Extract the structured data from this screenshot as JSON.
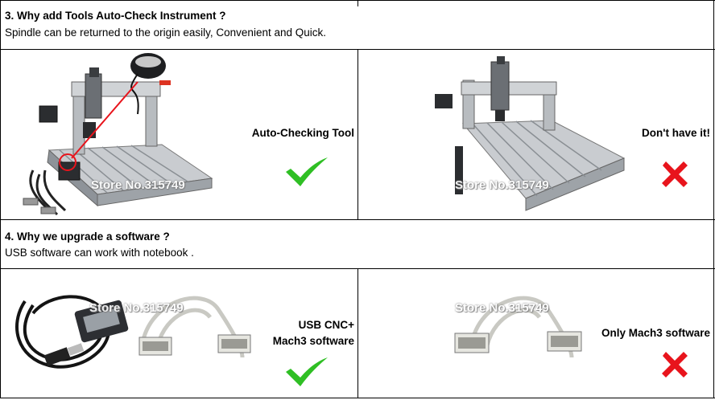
{
  "section3": {
    "heading": "3. Why add Tools Auto-Check Instrument ?",
    "subtext": "Spindle can be returned to the origin easily, Convenient and Quick.",
    "left": {
      "label": "Auto-Checking Tool",
      "watermark": "Store No.315749",
      "mark": "check-icon"
    },
    "right": {
      "label": "Don't have it!",
      "watermark": "Store No.315749",
      "mark": "cross-icon"
    }
  },
  "section4": {
    "heading": "4. Why we upgrade a software ?",
    "subtext": "USB software can work with notebook .",
    "left": {
      "label_line1": "USB CNC+",
      "label_line2": "Mach3 software",
      "watermark": "Store No.315749",
      "mark": "check-icon"
    },
    "right": {
      "label": "Only Mach3 software",
      "watermark": "Store No.315749",
      "mark": "cross-icon"
    }
  },
  "colors": {
    "check": "#2fbf24",
    "cross": "#e8141c",
    "border": "#000000"
  }
}
